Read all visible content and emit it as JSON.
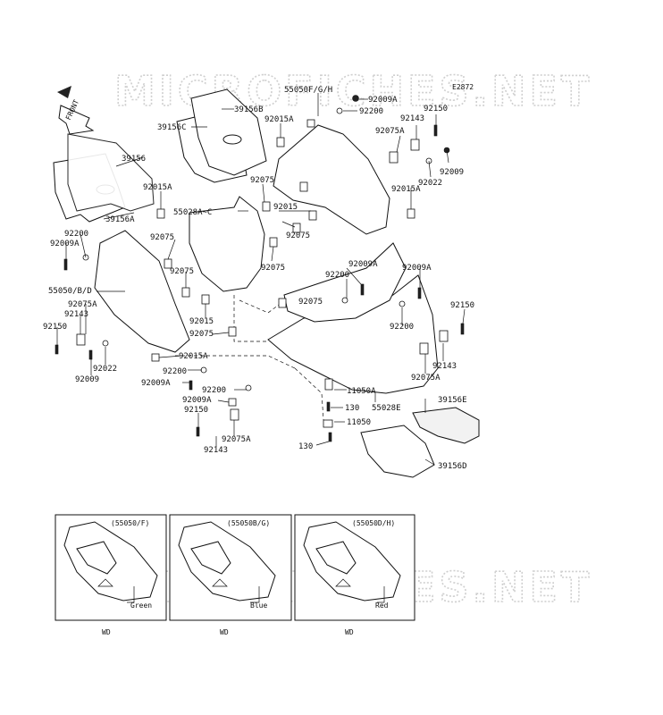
{
  "watermark": "MICROFICHES.NET",
  "diagram_code": "E2872",
  "front_label": "FRONT",
  "labels": {
    "l_55050fgh": "55050F/G/H",
    "l_92009a_1": "92009A",
    "l_92200_1": "92200",
    "l_39156b": "39156B",
    "l_39156c": "39156C",
    "l_92015a_1": "92015A",
    "l_92143_1": "92143",
    "l_92150_1": "92150",
    "l_92075a_1": "92075A",
    "l_39156": "39156",
    "l_92009_1": "92009",
    "l_92022_1": "92022",
    "l_92015a_2": "92015A",
    "l_92075_1": "92075",
    "l_92015_1": "92015",
    "l_92015a_3": "92015A",
    "l_55028ac": "55028A~C",
    "l_39156a": "39156A",
    "l_92200_2": "92200",
    "l_92009a_2": "92009A",
    "l_92075_2": "92075",
    "l_92075_3": "92075",
    "l_92075_4": "92075",
    "l_92009a_3": "92009A",
    "l_92009a_4": "92009A",
    "l_92200_3": "92200",
    "l_55050bd": "55050/B/D",
    "l_92075a_2": "92075A",
    "l_92143_2": "92143",
    "l_92150_2": "92150",
    "l_92075_5": "92075",
    "l_92015_2": "92015",
    "l_92150_3": "92150",
    "l_92009_2": "92009",
    "l_92022_2": "92022",
    "l_92075_6": "92075",
    "l_92200_4": "92200",
    "l_92015a_4": "92015A",
    "l_92143_3": "92143",
    "l_92075a_3": "92075A",
    "l_92200_5": "92200",
    "l_92009a_5": "92009A",
    "l_92200_6": "92200",
    "l_11050a": "11050A",
    "l_130_1": "130",
    "l_92009a_6": "92009A",
    "l_55028e": "55028E",
    "l_92150_4": "92150",
    "l_39156e": "39156E",
    "l_11050": "11050",
    "l_92075a_4": "92075A",
    "l_92143_4": "92143",
    "l_130_2": "130",
    "l_39156d": "39156D"
  },
  "insets": [
    {
      "code": "(55050/F)",
      "color": "Green",
      "model": "WD"
    },
    {
      "code": "(55050B/G)",
      "color": "Blue",
      "model": "WD"
    },
    {
      "code": "(55050D/H)",
      "color": "Red",
      "model": "WD"
    }
  ]
}
